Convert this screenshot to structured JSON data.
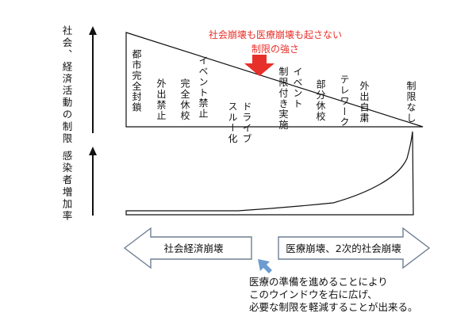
{
  "axis_top_label": "社会、経済活動の制限",
  "axis_bottom_label": "感染者増加率",
  "callout": {
    "line1": "社会崩壊も医療崩壊も起さない",
    "line2": "制限の強さ",
    "color": "#e8302a"
  },
  "measures": [
    "都市完全封鎖",
    "外出禁止",
    "完全休校",
    "イベント禁止",
    "ドライブスルー化",
    "イベント制限付き実施",
    "部分休校",
    "テレワーク",
    "外出自粛",
    "制限なし"
  ],
  "arrows": {
    "left_label": "社会経済崩壊",
    "right_label": "医療崩壊、2次的社会崩壊"
  },
  "note": {
    "line1": "医療の準備を進めることにより",
    "line2": "このウインドウを右に広げ、",
    "line3": "必要な制限を軽減することが出来る。",
    "pointer_color": "#6b9bd1"
  }
}
